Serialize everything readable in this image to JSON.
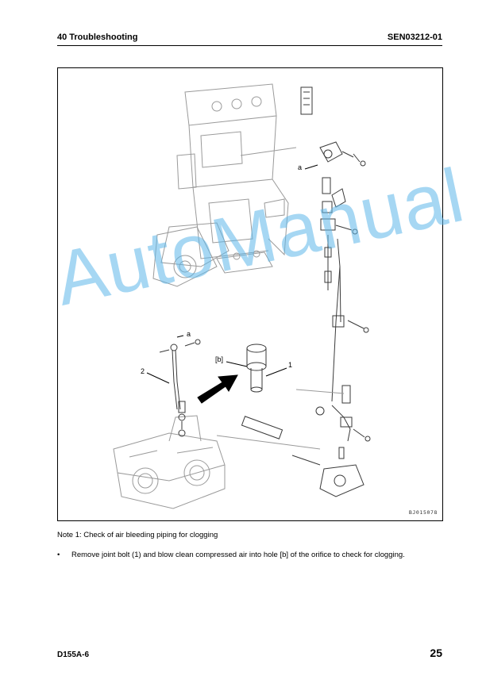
{
  "header": {
    "section": "40 Troubleshooting",
    "doc_code": "SEN03212-01"
  },
  "figure": {
    "id_code": "BJ015078",
    "callouts": {
      "a_top": "a",
      "a_left": "a",
      "part_1": "1",
      "part_2": "2",
      "hole_b": "[b]"
    },
    "arrow_icon": "arrow-right-icon"
  },
  "watermark": {
    "text": "AutoManual",
    "color": "#5fb8ea"
  },
  "body": {
    "note": "Note 1: Check of air bleeding piping for clogging",
    "bullet_mark": "•",
    "bullet_text": "Remove joint bolt (1) and blow clean compressed air into hole [b] of the orifice to check for clogging."
  },
  "footer": {
    "model": "D155A-6",
    "page": "25"
  }
}
